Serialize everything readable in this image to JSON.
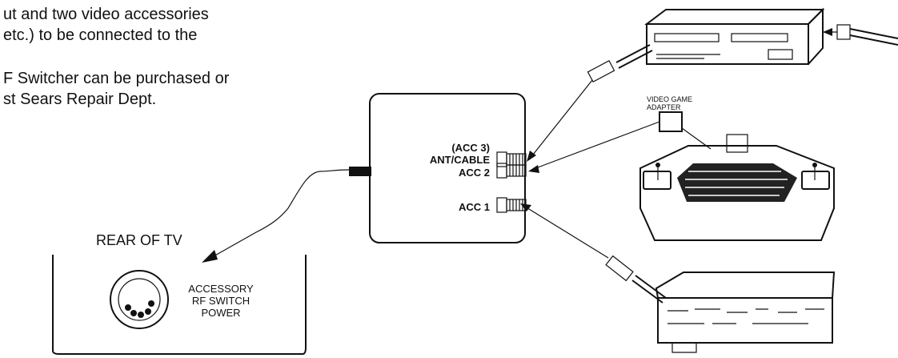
{
  "manual_text": {
    "line1": "ut and two video accessories",
    "line2": " etc.) to be connected to the",
    "line3": "F Switcher can be purchased or",
    "line4": "st Sears Repair Dept."
  },
  "switcher": {
    "acc3_line1": "(ACC 3)",
    "acc3_line2": "ANT/CABLE",
    "acc2": "ACC 2",
    "acc1": "ACC 1"
  },
  "tv": {
    "rear_label": "REAR OF TV",
    "jack_line1": "ACCESSORY",
    "jack_line2": "RF SWITCH",
    "jack_line3": "POWER"
  },
  "game": {
    "adapter_line1": "VIDEO GAME",
    "adapter_line2": "ADAPTER"
  }
}
